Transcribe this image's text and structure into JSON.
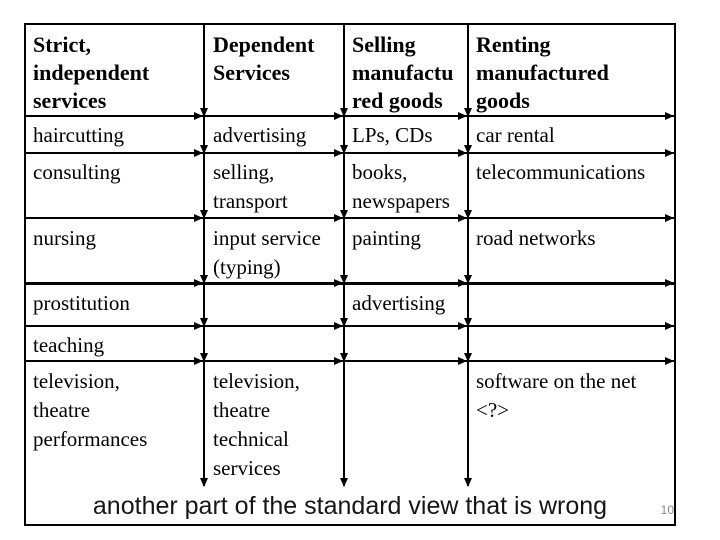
{
  "table": {
    "headers": [
      "Strict,\nindependent\nservices",
      "Dependent\nServices",
      "Selling\nmanufactu\nred goods",
      "Renting\nmanufactured\ngoods"
    ],
    "rows": [
      [
        "haircutting",
        "advertising",
        "LPs, CDs",
        "car rental"
      ],
      [
        "consulting",
        "selling,\ntransport",
        "books,\nnewspapers",
        "telecommunications"
      ],
      [
        "nursing",
        "input service\n(typing)",
        "painting",
        "road networks"
      ],
      [
        "prostitution",
        "",
        "advertising",
        ""
      ],
      [
        "teaching",
        "",
        "",
        ""
      ],
      [
        "television,\ntheatre\nperformances",
        "television,\ntheatre\ntechnical\nservices",
        "",
        "software on the net\n<?>"
      ]
    ]
  },
  "caption": "another part of the standard view that is wrong",
  "page_number": "10",
  "colors": {
    "line": "#000000",
    "text": "#000000",
    "caption_text": "#161616",
    "page_number_text": "#8a8a8a",
    "background": "#ffffff"
  }
}
